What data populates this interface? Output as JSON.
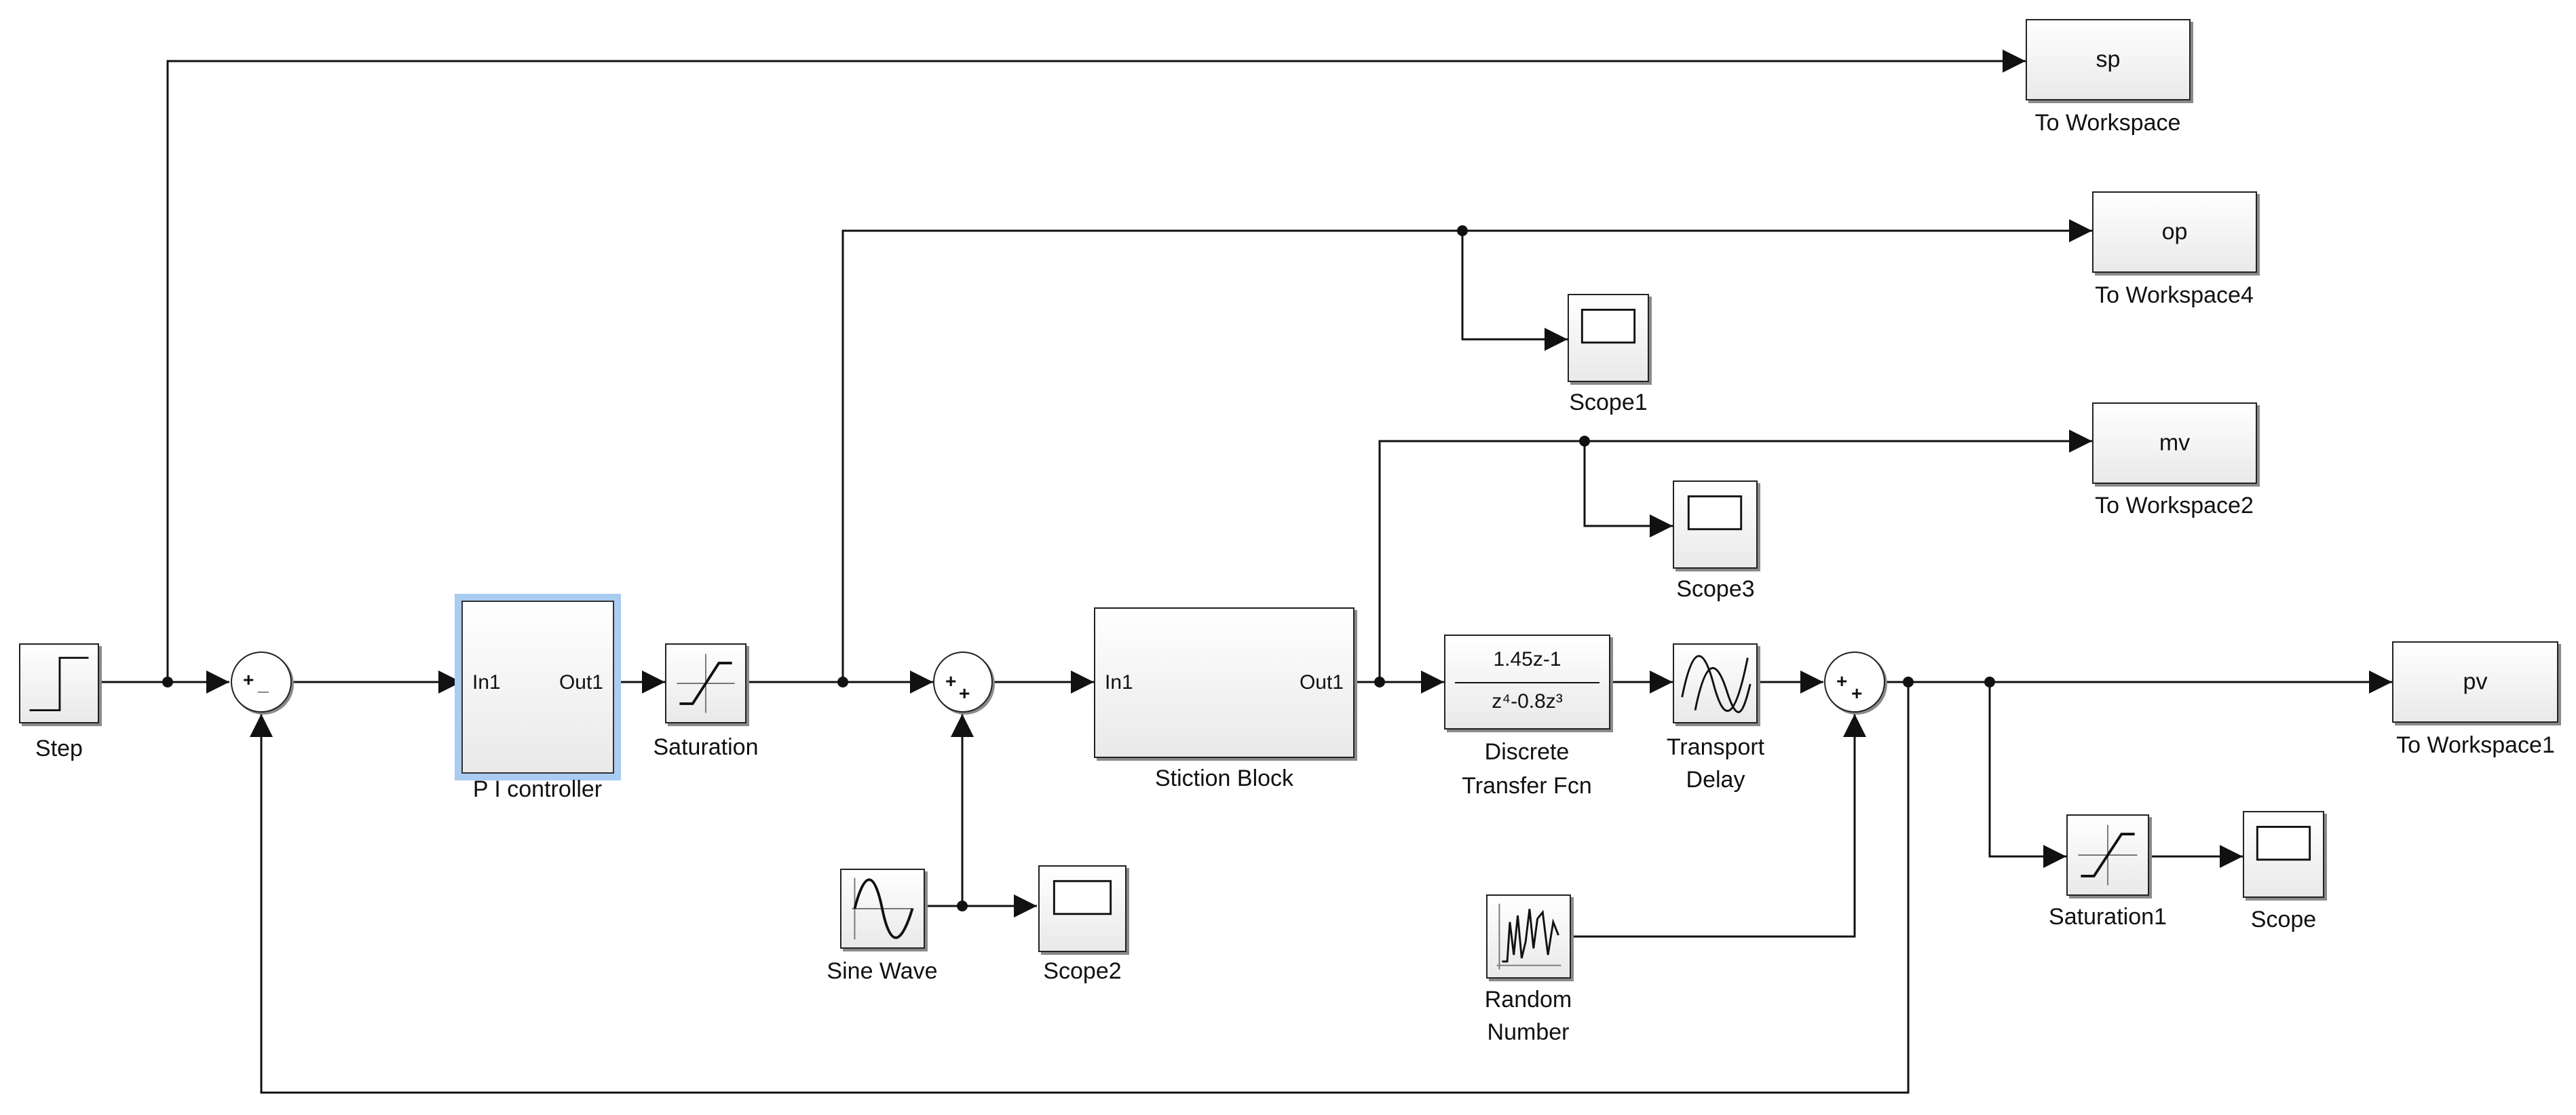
{
  "blocks": {
    "step": {
      "label": "Step"
    },
    "pi": {
      "label": "P I controller",
      "in": "In1",
      "out": "Out1"
    },
    "saturation": {
      "label": "Saturation"
    },
    "stiction": {
      "label": "Stiction Block",
      "in": "In1",
      "out": "Out1"
    },
    "tf": {
      "label1": "Discrete",
      "label2": "Transfer Fcn",
      "num": "1.45z-1",
      "den": "z⁴-0.8z³"
    },
    "delay": {
      "label1": "Transport",
      "label2": "Delay"
    },
    "sine": {
      "label": "Sine Wave"
    },
    "random": {
      "label1": "Random",
      "label2": "Number"
    },
    "scope": {
      "label": "Scope"
    },
    "scope1": {
      "label": "Scope1"
    },
    "scope2": {
      "label": "Scope2"
    },
    "scope3": {
      "label": "Scope3"
    },
    "saturation1": {
      "label": "Saturation1"
    },
    "ws_sp": {
      "text": "sp",
      "label": "To Workspace"
    },
    "ws_op": {
      "text": "op",
      "label": "To Workspace4"
    },
    "ws_mv": {
      "text": "mv",
      "label": "To Workspace2"
    },
    "ws_pv": {
      "text": "pv",
      "label": "To Workspace1"
    }
  },
  "sums": {
    "sum1": {
      "s1": "+",
      "s2": "_"
    },
    "sum2": {
      "s1": "+",
      "s2": "+"
    },
    "sum3": {
      "s1": "+",
      "s2": "+"
    }
  },
  "colors": {
    "line": "#111111",
    "selection": "#a9ccf0"
  }
}
